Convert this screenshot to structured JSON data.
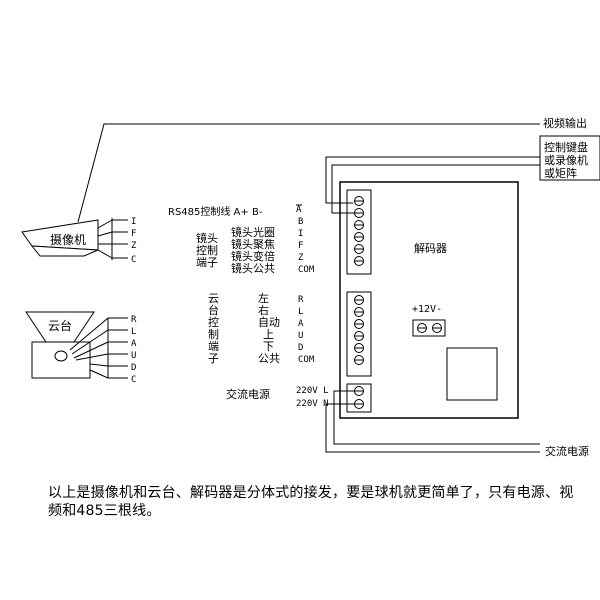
{
  "camera": {
    "label": "摄像机",
    "pins": [
      "I",
      "F",
      "Z",
      "C"
    ]
  },
  "ptz": {
    "label": "云台",
    "pins": [
      "R",
      "L",
      "A",
      "U",
      "D",
      "C"
    ]
  },
  "decoder": {
    "label": "解码器",
    "power_label": "+12V-"
  },
  "external": {
    "video_out": "视频输出",
    "keyboard": [
      "控制键盘",
      "或录像机",
      "或矩阵"
    ],
    "ac_power": "交流电源"
  },
  "rs485": {
    "label": "RS485控制线 A+ B-",
    "pins": [
      "A",
      "B"
    ]
  },
  "lens": {
    "group_label": [
      "镜头",
      "控制",
      "端子"
    ],
    "functions": [
      "镜头光圈",
      "镜头聚焦",
      "镜头变倍",
      "镜头公共"
    ],
    "pins": [
      "I",
      "F",
      "Z",
      "COM"
    ]
  },
  "pan_tilt": {
    "group_label": [
      "云",
      "台",
      "控",
      "制",
      "端",
      "子"
    ],
    "functions": [
      "左",
      "右",
      "自动",
      "上",
      "下",
      "公共"
    ],
    "pins": [
      "R",
      "L",
      "A",
      "U",
      "D",
      "COM"
    ]
  },
  "ac": {
    "label": "交流电源",
    "pins": [
      "220V L",
      "220V N"
    ]
  },
  "caption": "以上是摄像机和云台、解码器是分体式的接发，要是球机就更简单了，只有电源、视频和485三根线。"
}
